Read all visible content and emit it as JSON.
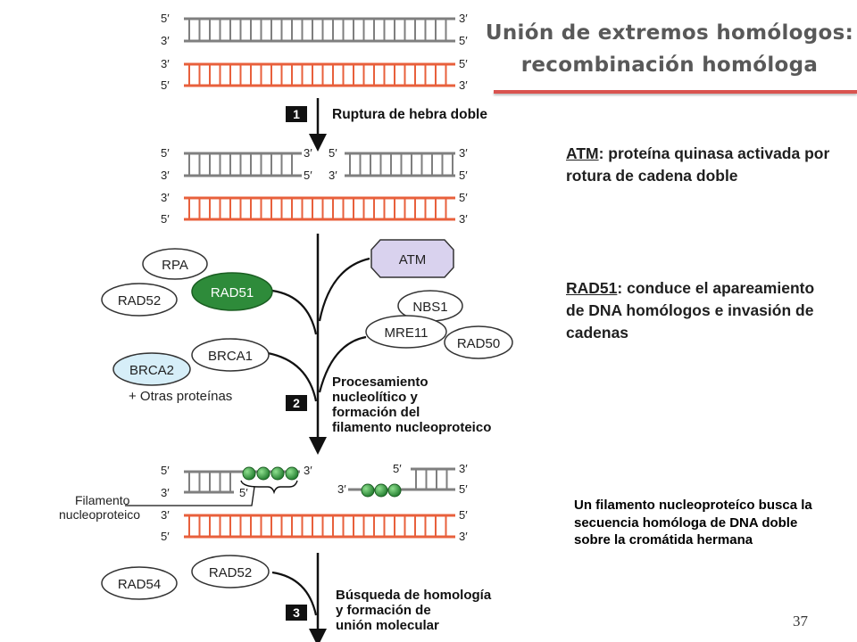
{
  "title": {
    "line1": "Unión de extremos homólogos:",
    "line2": "recombinación homóloga"
  },
  "strand_labels": {
    "five_prime": "5′",
    "three_prime": "3′"
  },
  "steps": [
    {
      "number": "1",
      "label_lines": [
        "Ruptura de hebra doble"
      ]
    },
    {
      "number": "2",
      "label_lines": [
        "Procesamiento",
        "nucleolítico y",
        "formación del",
        "filamento nucleoproteico"
      ]
    },
    {
      "number": "3",
      "label_lines": [
        "Búsqueda de homología",
        "y formación de",
        "unión molecular"
      ]
    }
  ],
  "proteins": {
    "rpa": "RPA",
    "rad52": "RAD52",
    "rad51": "RAD51",
    "atm": "ATM",
    "nbs1": "NBS1",
    "mre11": "MRE11",
    "rad50": "RAD50",
    "brca1": "BRCA1",
    "brca2": "BRCA2",
    "other_proteins": "+ Otras proteínas",
    "rad54": "RAD54",
    "rad52_b": "RAD52"
  },
  "filament_label": [
    "Filamento",
    "nucleoproteico"
  ],
  "notes": {
    "atm_term": "ATM",
    "atm_text": ": proteína quinasa activada por rotura de cadena doble",
    "rad51_term": "RAD51",
    "rad51_text": ": conduce el apareamiento de DNA homólogos e invasión de cadenas",
    "filament_text": "Un filamento nucleoproteíco busca la secuencia homóloga de DNA doble sobre la cromátida hermana"
  },
  "slide_number": "37",
  "colors": {
    "strand_gray": "#7f7f7f",
    "strand_orange": "#e8603c",
    "rad51_green": "#2e8b3a",
    "atm_lavender": "#d9d2ee",
    "brca2_blue": "#d6eef8",
    "title_rule": "#d9534f",
    "step_box": "#111111"
  }
}
